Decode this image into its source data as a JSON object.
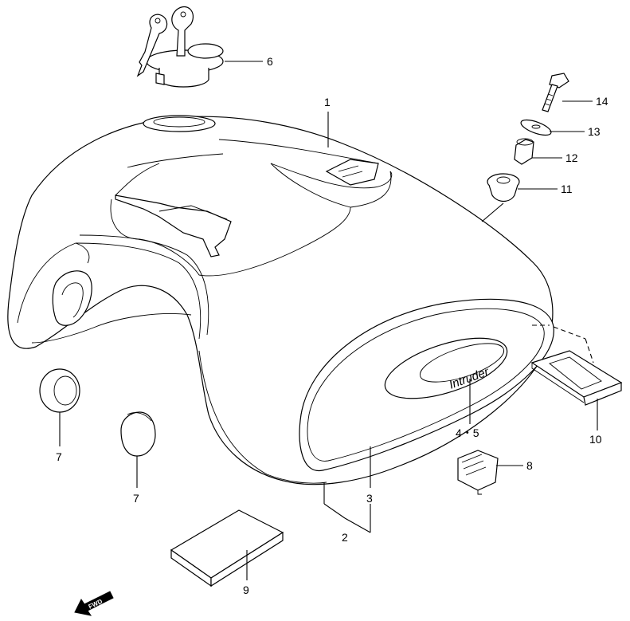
{
  "labels": {
    "p1": "1",
    "p2": "2",
    "p3": "3",
    "p45": "4・5",
    "p6": "6",
    "p7a": "7",
    "p7b": "7",
    "p8": "8",
    "p9": "9",
    "p10": "10",
    "p11": "11",
    "p12": "12",
    "p13": "13",
    "p14": "14"
  },
  "emblem_text": "Intruder",
  "fwd_text": "FWD"
}
